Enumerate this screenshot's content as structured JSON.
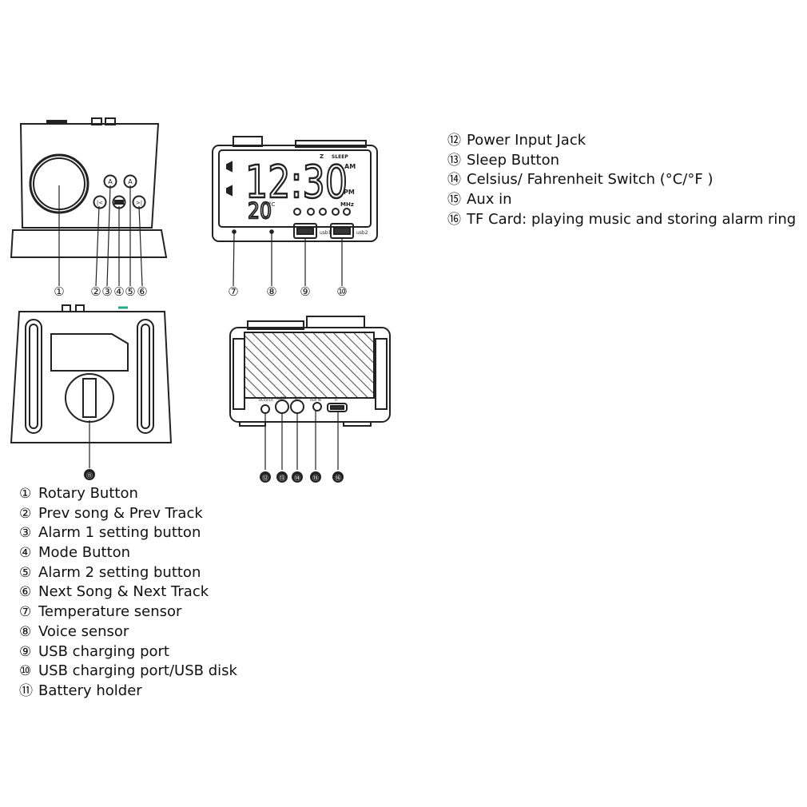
{
  "figure": {
    "display": {
      "time": "12:30",
      "am": "AM",
      "pm": "PM",
      "temperature": "20",
      "temp_unit": "°C",
      "freq_unit": "MHz",
      "sleep_label": "SLEEP",
      "z_label": "Z"
    },
    "back_panel_labels": [
      "DC5V/1A",
      "SLEEP",
      "°C/°F",
      "AUX IN",
      "TF"
    ],
    "callouts_front": [
      "①",
      "②",
      "③",
      "④",
      "⑤",
      "⑥"
    ],
    "callouts_display": [
      "⑦",
      "⑧",
      "⑨",
      "⑩"
    ],
    "callout_bottom": "⑪",
    "callouts_back": [
      "⑫",
      "⑬",
      "⑭",
      "⑮",
      "⑯"
    ]
  },
  "legend_left": [
    {
      "num": "①",
      "text": "Rotary Button"
    },
    {
      "num": "②",
      "text": "Prev song & Prev Track"
    },
    {
      "num": "③",
      "text": "Alarm 1 setting button"
    },
    {
      "num": "④",
      "text": "Mode Button"
    },
    {
      "num": "⑤",
      "text": "Alarm 2 setting button"
    },
    {
      "num": "⑥",
      "text": "Next Song & Next Track"
    },
    {
      "num": "⑦",
      "text": "Temperature sensor"
    },
    {
      "num": "⑧",
      "text": "Voice sensor"
    },
    {
      "num": "⑨",
      "text": "USB charging port"
    },
    {
      "num": "⑩",
      "text": "USB charging port/USB disk"
    },
    {
      "num": "⑪",
      "text": "Battery holder"
    }
  ],
  "legend_right": [
    {
      "num": "⑫",
      "text": "Power Input Jack"
    },
    {
      "num": "⑬",
      "text": "Sleep Button"
    },
    {
      "num": "⑭",
      "text": "Celsius/ Fahrenheit Switch (°C/°F )"
    },
    {
      "num": "⑮",
      "text": "Aux in"
    },
    {
      "num": "⑯",
      "text": "TF Card: playing music and storing alarm ring"
    }
  ]
}
